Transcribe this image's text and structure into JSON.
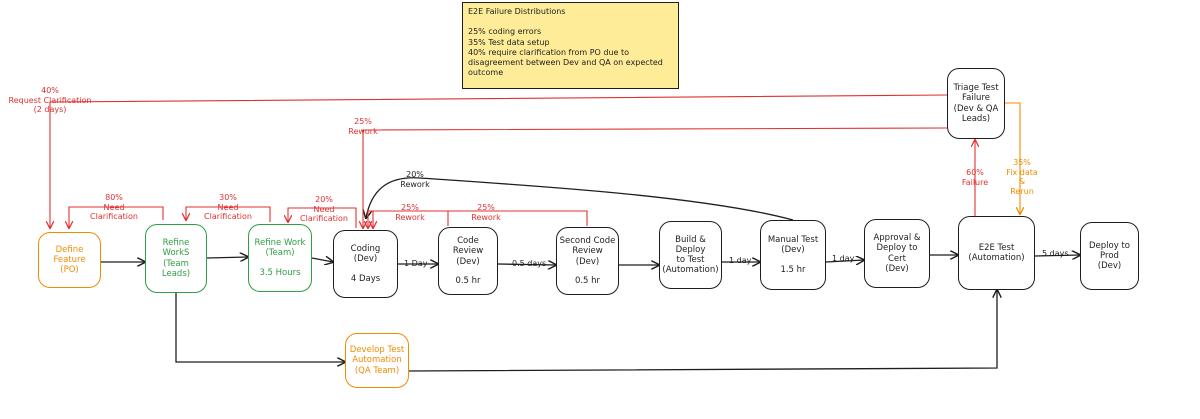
{
  "note": {
    "title": "E2E Failure Distributions",
    "lines": [
      "25% coding errors",
      "35% Test data setup",
      "40% require clarification from PO due to disagreement between Dev and QA on expected outcome"
    ]
  },
  "nodes": {
    "define_feature": {
      "lines": [
        "Define",
        "Feature",
        "(PO)"
      ]
    },
    "refine_works": {
      "lines": [
        "Refine WorkS",
        "(Team Leads)"
      ]
    },
    "refine_work": {
      "lines": [
        "Refine Work",
        "(Team)"
      ],
      "extra": "3.5 Hours"
    },
    "coding": {
      "lines": [
        "Coding",
        "(Dev)"
      ],
      "extra": "4 Days"
    },
    "code_review": {
      "lines": [
        "Code Review",
        "(Dev)"
      ],
      "extra": "0.5 hr"
    },
    "second_review": {
      "lines": [
        "Second Code",
        "Review",
        "(Dev)"
      ],
      "extra": "0.5 hr"
    },
    "build_deploy": {
      "lines": [
        "Build & Deploy",
        "to Test",
        "(Automation)"
      ]
    },
    "manual_test": {
      "lines": [
        "Manual Test",
        "(Dev)"
      ],
      "extra": "1.5 hr"
    },
    "approval": {
      "lines": [
        "Approval &",
        "Deploy to",
        "Cert",
        "(Dev)"
      ]
    },
    "e2e_test": {
      "lines": [
        "E2E Test",
        "(Automation)"
      ]
    },
    "deploy_prod": {
      "lines": [
        "Deploy to",
        "Prod",
        "(Dev)"
      ]
    },
    "triage": {
      "lines": [
        "Triage Test",
        "Failure",
        "(Dev & QA",
        "Leads)"
      ]
    },
    "develop_test": {
      "lines": [
        "Develop Test",
        "Automation",
        "(QA Team)"
      ]
    }
  },
  "labels": {
    "request_clarification": [
      "40%",
      "Request Clarification",
      "(2 days)"
    ],
    "rework_top": [
      "25%",
      "Rework"
    ],
    "rework_coding": [
      "20%",
      "Rework"
    ],
    "need_clar_80": [
      "80%",
      "Need",
      "Clarification"
    ],
    "need_clar_30": [
      "30%",
      "Need",
      "Clarification"
    ],
    "need_clar_20": [
      "20%",
      "Need",
      "Clarification"
    ],
    "rework_cr": [
      "25%",
      "Rework"
    ],
    "rework_scr": [
      "25%",
      "Rework"
    ],
    "failure": [
      "60%",
      "Failure"
    ],
    "fix_data": [
      "35%",
      "Fix data",
      "&",
      "Rerun"
    ],
    "one_day_a": "1 Day",
    "half_days": "0.5 days",
    "one_day_b": "1 day",
    "one_day_c": "1 day",
    "five_days": "5 days"
  },
  "colors": {
    "red": "#e03131",
    "orange": "#f08c00",
    "green": "#2f9e44",
    "ink": "#1e1e1e",
    "note_bg": "#ffec99"
  }
}
